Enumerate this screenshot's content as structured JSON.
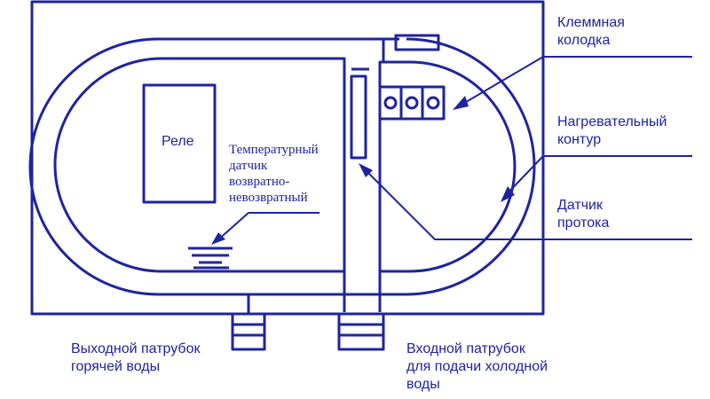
{
  "labels": {
    "terminal_block": [
      "Клеммная",
      "колодка"
    ],
    "heating_circuit": [
      "Нагревательный",
      "контур"
    ],
    "flow_sensor": [
      "Датчик",
      "протока"
    ],
    "relay": "Реле",
    "temp_sensor": [
      "Температурный",
      "датчик",
      "возвратно-",
      "невозвратный"
    ],
    "hot_outlet": [
      "Выходной патрубок",
      "горячей воды"
    ],
    "cold_inlet": [
      "Входной патрубок",
      "для подачи холодной",
      "воды"
    ]
  },
  "colors": {
    "line": "#1e24a0",
    "background": "#ffffff"
  }
}
